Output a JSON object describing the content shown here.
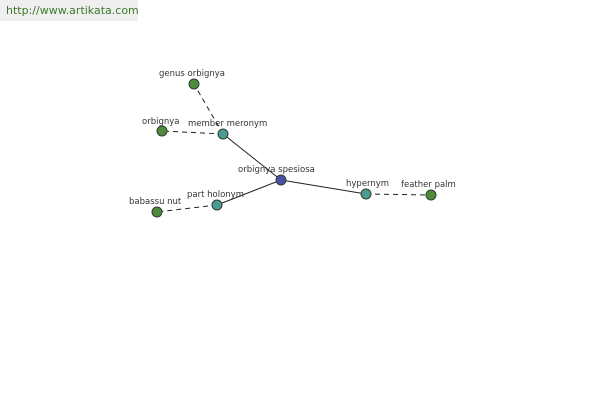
{
  "header": {
    "url": "http://www.artikata.com"
  },
  "colors": {
    "center": "#4a4ea8",
    "relation": "#4d9a95",
    "term": "#4e8b3c"
  },
  "graph": {
    "nodes": [
      {
        "id": "orbignya-spesiosa",
        "label": "orbignya spesiosa",
        "kind": "center"
      },
      {
        "id": "member-meronym",
        "label": "member meronym",
        "kind": "relation"
      },
      {
        "id": "part-holonym",
        "label": "part holonym",
        "kind": "relation"
      },
      {
        "id": "hypernym",
        "label": "hypernym",
        "kind": "relation"
      },
      {
        "id": "genus-orbignya",
        "label": "genus orbignya",
        "kind": "term"
      },
      {
        "id": "orbignya",
        "label": "orbignya",
        "kind": "term"
      },
      {
        "id": "babassu-nut",
        "label": "babassu nut",
        "kind": "term"
      },
      {
        "id": "feather-palm",
        "label": "feather palm",
        "kind": "term"
      }
    ],
    "edges": [
      {
        "from": "orbignya-spesiosa",
        "to": "member-meronym",
        "style": "solid"
      },
      {
        "from": "orbignya-spesiosa",
        "to": "part-holonym",
        "style": "solid"
      },
      {
        "from": "orbignya-spesiosa",
        "to": "hypernym",
        "style": "solid"
      },
      {
        "from": "member-meronym",
        "to": "genus-orbignya",
        "style": "dashed"
      },
      {
        "from": "member-meronym",
        "to": "orbignya",
        "style": "dashed"
      },
      {
        "from": "part-holonym",
        "to": "babassu-nut",
        "style": "dashed"
      },
      {
        "from": "hypernym",
        "to": "feather-palm",
        "style": "dashed"
      }
    ]
  }
}
